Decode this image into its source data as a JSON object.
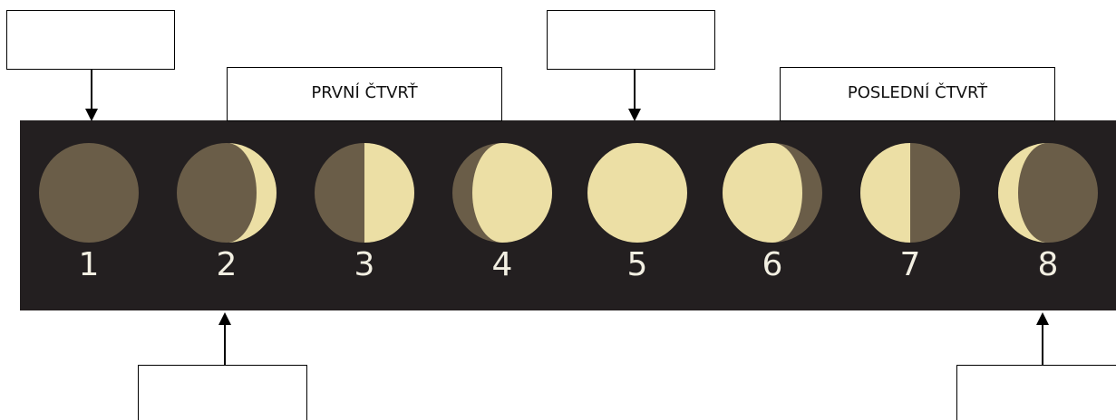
{
  "colors": {
    "background": "#231f20",
    "moon_dark": "#6a5d48",
    "moon_light": "#ecdfa5",
    "number_text": "#f2efe2",
    "box_border": "#000000"
  },
  "labels": {
    "top_left": "",
    "first_quarter": "PRVNÍ ČTVRŤ",
    "top_middle": "",
    "last_quarter": "POSLEDNÍ ČTVRŤ",
    "bottom_left": "",
    "bottom_right": ""
  },
  "phases": [
    {
      "number": "1",
      "phase": "new moon",
      "lit_fraction": 0,
      "waxing": true
    },
    {
      "number": "2",
      "phase": "waxing crescent",
      "lit_fraction": 0.2,
      "waxing": true
    },
    {
      "number": "3",
      "phase": "first quarter",
      "lit_fraction": 0.5,
      "waxing": true
    },
    {
      "number": "4",
      "phase": "waxing gibbous",
      "lit_fraction": 0.8,
      "waxing": true
    },
    {
      "number": "5",
      "phase": "full moon",
      "lit_fraction": 1,
      "waxing": true
    },
    {
      "number": "6",
      "phase": "waning gibbous",
      "lit_fraction": 0.8,
      "waxing": false
    },
    {
      "number": "7",
      "phase": "last quarter",
      "lit_fraction": 0.5,
      "waxing": false
    },
    {
      "number": "8",
      "phase": "waning crescent",
      "lit_fraction": 0.2,
      "waxing": false
    }
  ]
}
